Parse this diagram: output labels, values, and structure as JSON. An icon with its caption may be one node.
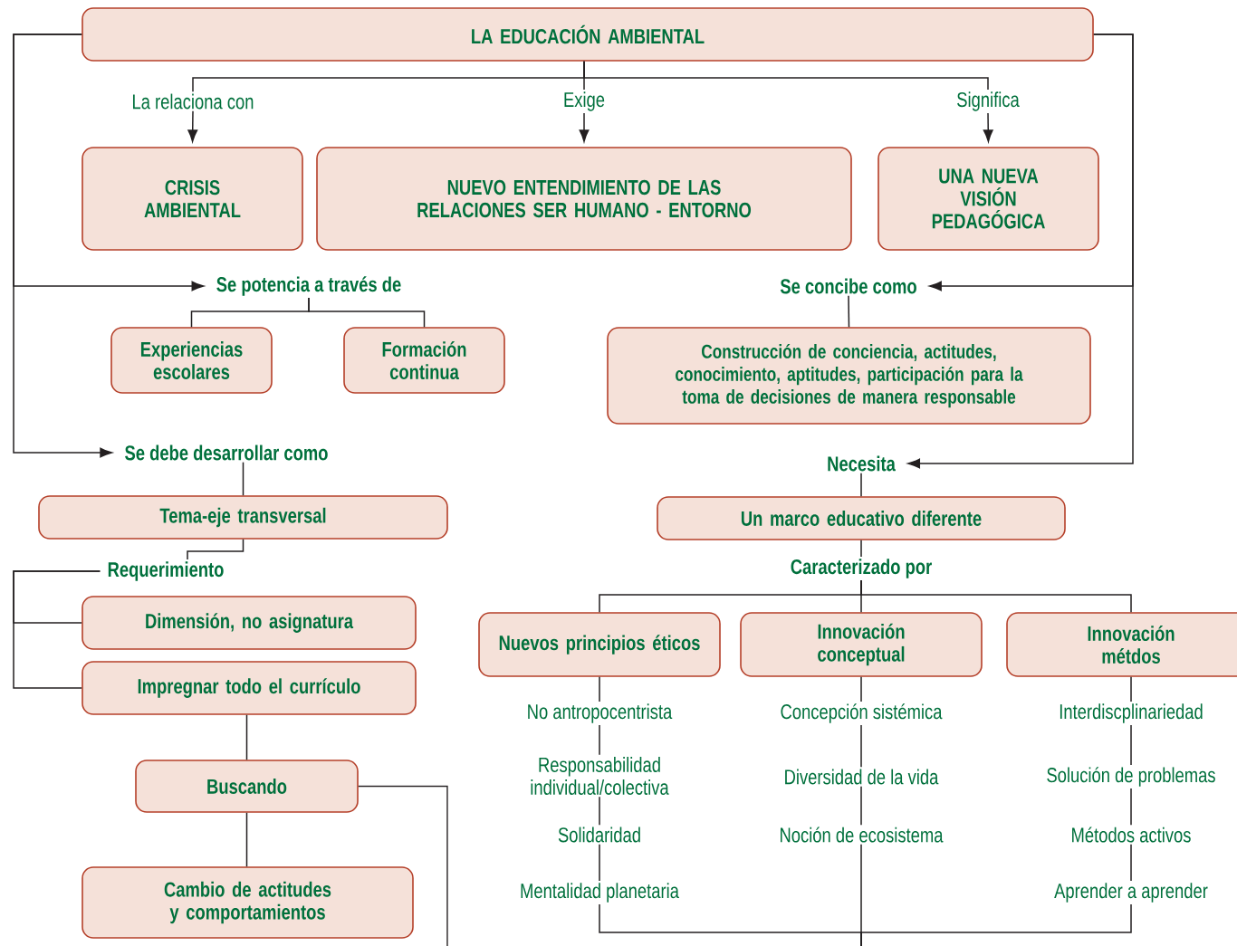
{
  "diagram": {
    "nodes": [
      {
        "text": [
          "LA EDUCACIÓN AMBIENTAL"
        ]
      },
      {
        "text": [
          "La relaciona con"
        ]
      },
      {
        "text": [
          "Exige"
        ]
      },
      {
        "text": [
          "Significa"
        ]
      },
      {
        "text": [
          "CRISIS AMBIENTAL"
        ]
      },
      {
        "text": [
          "NUEVO ENTENDIMIENTO DE LAS RELACIONES SER HUMANO - ENTORNO"
        ]
      },
      {
        "text": [
          "UNA NUEVA VISIÓN PEDAGÓGICA"
        ]
      },
      {
        "text": [
          "Se potencia a través de"
        ]
      },
      {
        "text": [
          "Se concibe como"
        ]
      },
      {
        "text": [
          "Experiencias escolares"
        ]
      },
      {
        "text": [
          "Formación continua"
        ]
      },
      {
        "text": [
          "Construcción de conciencia, actitudes, conocimiento, aptitudes, participación para la toma de decisiones de manera responsable"
        ]
      },
      {
        "text": [
          "Se debe desarrollar como"
        ]
      },
      {
        "text": [
          "Necesita"
        ]
      },
      {
        "text": [
          "Tema-eje transversal"
        ]
      },
      {
        "text": [
          "Un marco educativo diferente"
        ]
      },
      {
        "text": [
          "Requerimiento"
        ]
      },
      {
        "text": [
          "Caracterizado por"
        ]
      },
      {
        "text": [
          "Dimensión, no asignatura"
        ]
      },
      {
        "text": [
          "Impregnar todo el currículo"
        ]
      },
      {
        "text": [
          "Nuevos principios éticos"
        ]
      },
      {
        "text": [
          "Innovación conceptual"
        ]
      },
      {
        "text": [
          "Innovación métdos"
        ]
      },
      {
        "text": [
          "Buscando"
        ]
      },
      {
        "text": [
          "Cambio de actitudes y comportamientos"
        ]
      },
      {
        "text": [
          "No antropocentrista"
        ]
      },
      {
        "text": [
          "Responsabilidad individual/colectiva"
        ]
      },
      {
        "text": [
          "Solidaridad"
        ]
      },
      {
        "text": [
          "Mentalidad planetaria"
        ]
      },
      {
        "text": [
          "Concepción sistémica"
        ]
      },
      {
        "text": [
          "Diversidad de la vida"
        ]
      },
      {
        "text": [
          "Noción de ecosistema"
        ]
      },
      {
        "text": [
          "Interdiscplinariedad"
        ]
      },
      {
        "text": [
          "Solución de problemas"
        ]
      },
      {
        "text": [
          "Métodos activos"
        ]
      },
      {
        "text": [
          "Aprender a aprender"
        ]
      }
    ],
    "edges": [
      {
        "from": 0,
        "to": 1,
        "arrow": "none"
      },
      {
        "from": 0,
        "to": 2,
        "arrow": "none"
      },
      {
        "from": 0,
        "to": 3,
        "arrow": "none"
      },
      {
        "from": 1,
        "to": 4,
        "arrow": "to"
      },
      {
        "from": 2,
        "to": 5,
        "arrow": "to"
      },
      {
        "from": 3,
        "to": 6,
        "arrow": "to"
      },
      {
        "from": 0,
        "to": 7,
        "arrow": "to"
      },
      {
        "from": 0,
        "to": 12,
        "arrow": "to"
      },
      {
        "from": 0,
        "to": 8,
        "arrow": "to"
      },
      {
        "from": 0,
        "to": 13,
        "arrow": "to"
      },
      {
        "from": 7,
        "to": 9,
        "arrow": "none"
      },
      {
        "from": 7,
        "to": 10,
        "arrow": "none"
      },
      {
        "from": 8,
        "to": 11,
        "arrow": "none"
      },
      {
        "from": 12,
        "to": 14,
        "arrow": "none"
      },
      {
        "from": 14,
        "to": 16,
        "arrow": "none"
      },
      {
        "from": 16,
        "to": 18,
        "arrow": "none"
      },
      {
        "from": 16,
        "to": 19,
        "arrow": "none"
      },
      {
        "from": 19,
        "to": 23,
        "arrow": "none"
      },
      {
        "from": 23,
        "to": 24,
        "arrow": "none"
      },
      {
        "from": 23,
        "to": null,
        "arrow": "none"
      },
      {
        "from": 13,
        "to": 15,
        "arrow": "none"
      },
      {
        "from": 15,
        "to": 17,
        "arrow": "none"
      },
      {
        "from": 17,
        "to": 20,
        "arrow": "none"
      },
      {
        "from": 17,
        "to": 21,
        "arrow": "none"
      },
      {
        "from": 17,
        "to": 22,
        "arrow": "none"
      },
      {
        "from": 20,
        "to": 25,
        "arrow": "none"
      },
      {
        "from": 25,
        "to": 26,
        "arrow": "none"
      },
      {
        "from": 26,
        "to": 27,
        "arrow": "none"
      },
      {
        "from": 27,
        "to": 28,
        "arrow": "none"
      },
      {
        "from": 28,
        "to": null,
        "arrow": "none"
      },
      {
        "from": 21,
        "to": 29,
        "arrow": "none"
      },
      {
        "from": 29,
        "to": 30,
        "arrow": "none"
      },
      {
        "from": 30,
        "to": 31,
        "arrow": "none"
      },
      {
        "from": 31,
        "to": null,
        "arrow": "none"
      },
      {
        "from": 22,
        "to": 32,
        "arrow": "none"
      },
      {
        "from": 32,
        "to": 33,
        "arrow": "none"
      },
      {
        "from": 33,
        "to": 34,
        "arrow": "none"
      },
      {
        "from": 34,
        "to": 35,
        "arrow": "none"
      },
      {
        "from": 35,
        "to": null,
        "arrow": "none"
      }
    ]
  }
}
